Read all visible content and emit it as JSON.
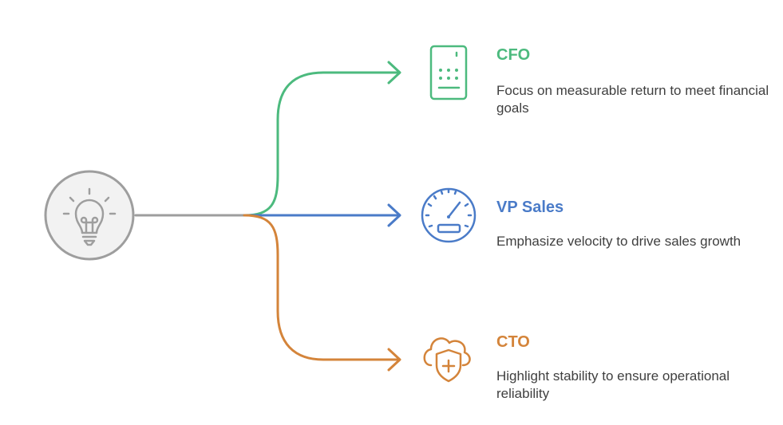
{
  "colors": {
    "hub": "#9e9e9e",
    "hub_fill": "#f2f2f2",
    "cfo": "#4cba7e",
    "vp_sales": "#4a7bc8",
    "cto": "#d4843a"
  },
  "hub": {
    "icon": "lightbulb-icon"
  },
  "branches": [
    {
      "key": "cfo",
      "title": "CFO",
      "description": "Focus on measurable return to meet financial goals",
      "icon": "calculator-icon"
    },
    {
      "key": "vp_sales",
      "title": "VP Sales",
      "description": "Emphasize velocity to drive sales growth",
      "icon": "speedometer-icon"
    },
    {
      "key": "cto",
      "title": "CTO",
      "description": "Highlight stability to ensure operational reliability",
      "icon": "cloud-shield-icon"
    }
  ]
}
